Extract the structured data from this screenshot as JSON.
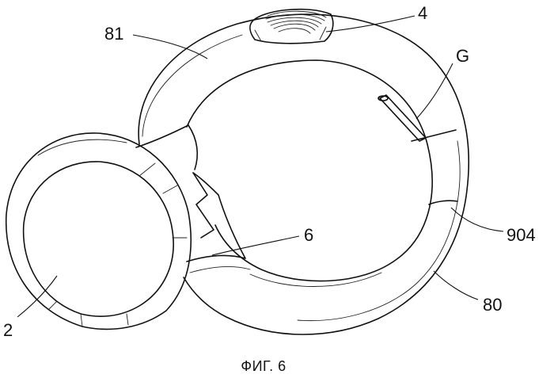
{
  "figure": {
    "caption": "ФИГ. 6",
    "labels": {
      "ref_81": "81",
      "ref_4": "4",
      "ref_G": "G",
      "ref_6": "6",
      "ref_904": "904",
      "ref_80": "80",
      "ref_2": "2"
    }
  }
}
